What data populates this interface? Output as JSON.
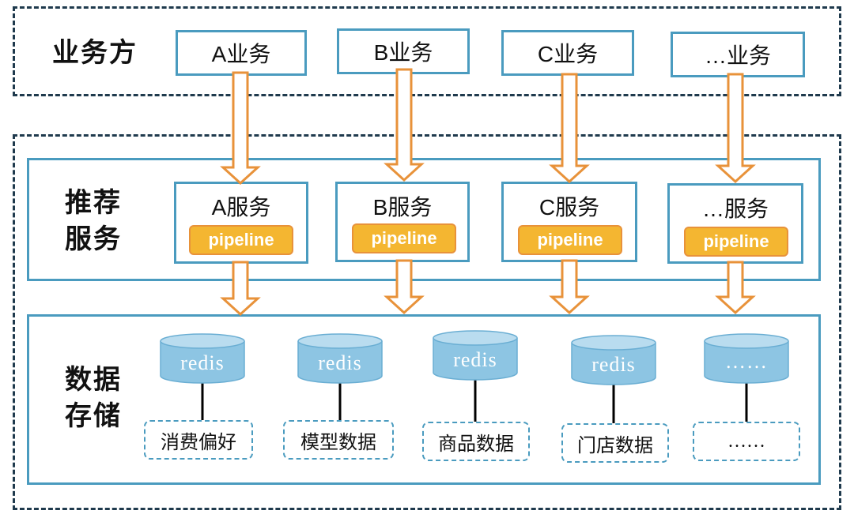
{
  "rows": {
    "business_label": "业务方",
    "recommend_label_line1": "推荐",
    "recommend_label_line2": "服务",
    "storage_label_line1": "数据",
    "storage_label_line2": "存储"
  },
  "business": [
    "A业务",
    "B业务",
    "C业务",
    "…业务"
  ],
  "services": [
    {
      "name": "A服务",
      "pipeline": "pipeline"
    },
    {
      "name": "B服务",
      "pipeline": "pipeline"
    },
    {
      "name": "C服务",
      "pipeline": "pipeline"
    },
    {
      "name": "…服务",
      "pipeline": "pipeline"
    }
  ],
  "storage": [
    {
      "db": "redis",
      "tag": "消费偏好"
    },
    {
      "db": "redis",
      "tag": "模型数据"
    },
    {
      "db": "redis",
      "tag": "商品数据"
    },
    {
      "db": "redis",
      "tag": "门店数据"
    },
    {
      "db": "……",
      "tag": "……"
    }
  ],
  "colors": {
    "panel_border": "#4a9bbf",
    "outer_dash": "#1f3a4d",
    "arrow": "#e8923a",
    "pipeline_fill": "#f4b631",
    "cylinder_fill": "#8dc5e3",
    "cylinder_top": "#b9dcef"
  }
}
